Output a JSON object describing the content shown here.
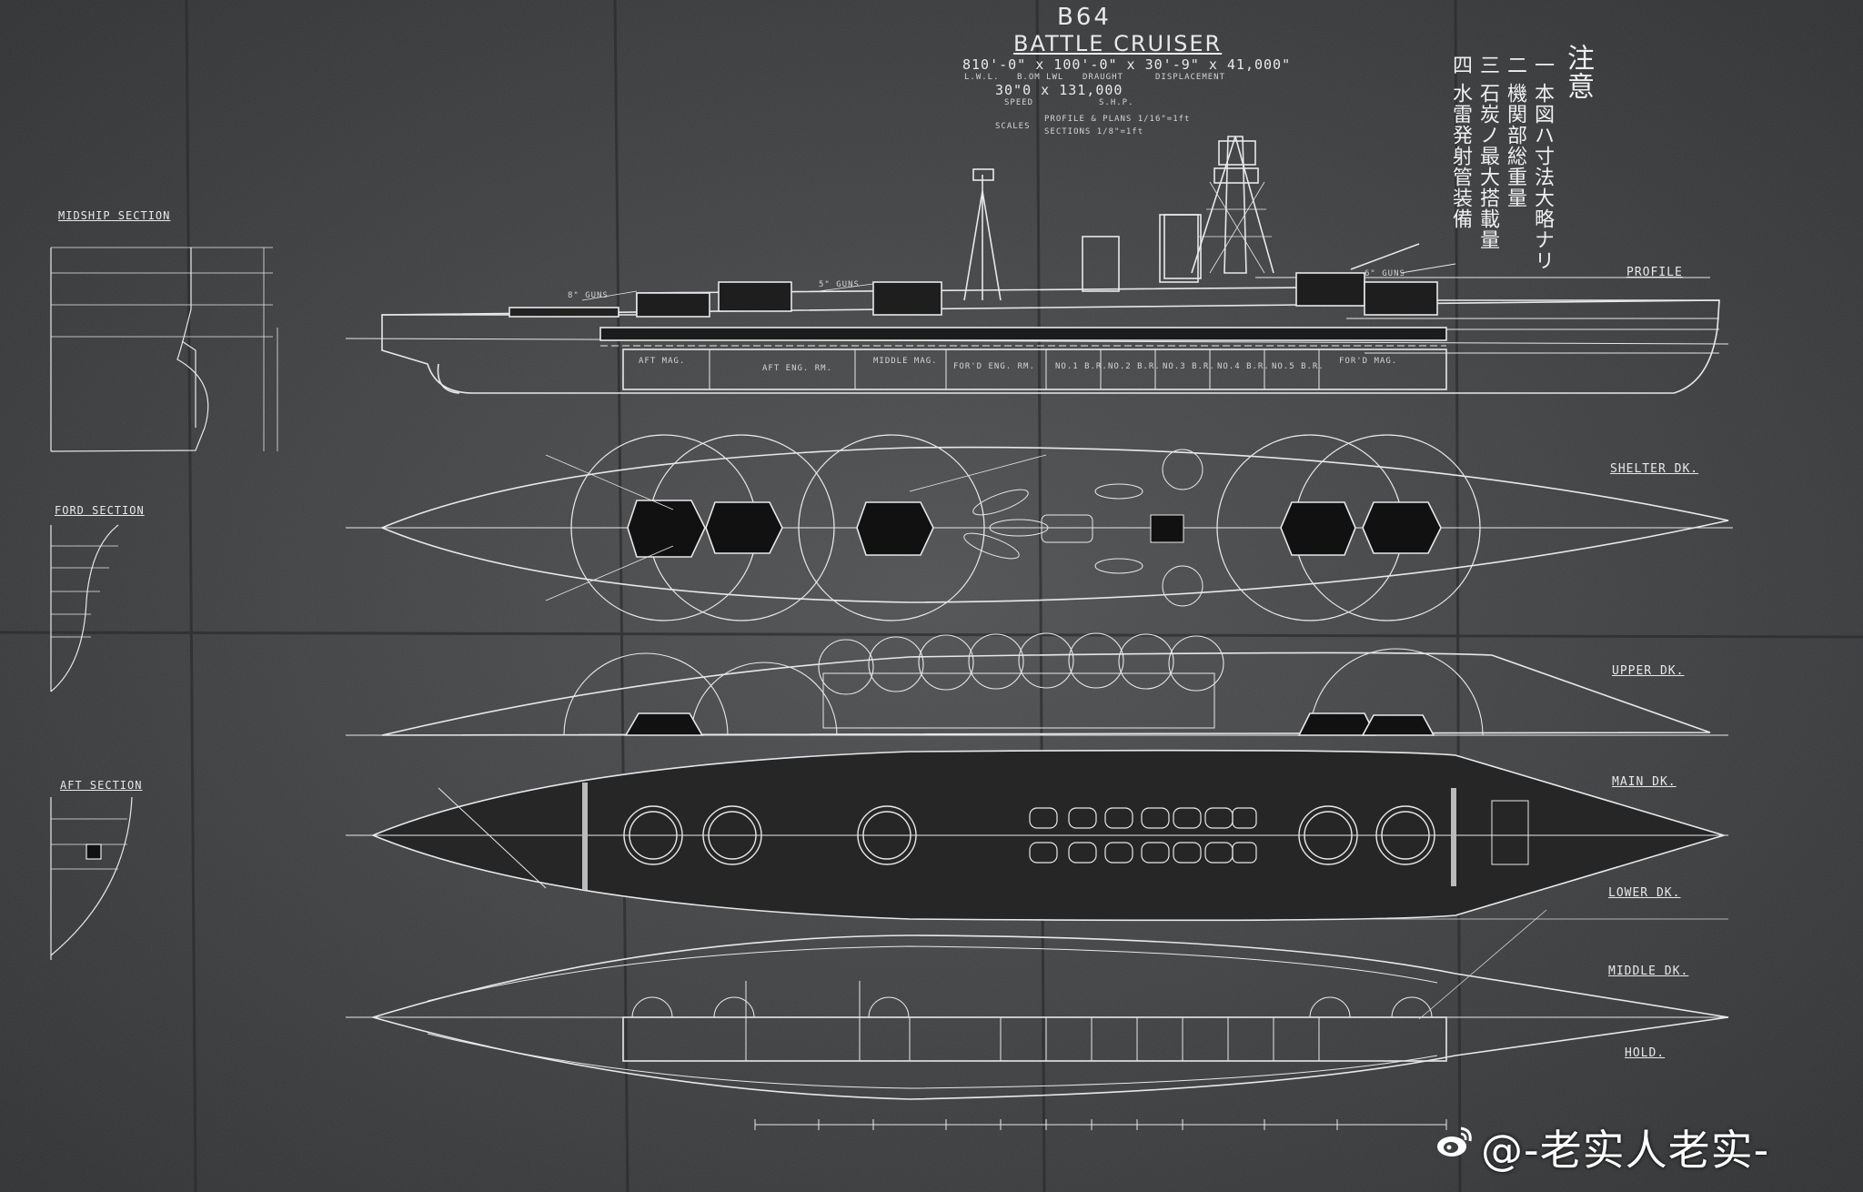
{
  "header": {
    "title": "B64",
    "subtitle": "BATTLE CRUISER",
    "dimensions_line": "810'-0\" x 100'-0\" x 30'-9\" x 41,000\"",
    "dimension_captions": [
      "L.W.L.",
      "B.OM LWL",
      "DRAUGHT",
      "DISPLACEMENT"
    ],
    "speed_line": "30\"0 x 131,000",
    "speed_captions": [
      "SPEED",
      "S.H.P."
    ],
    "scales_label": "SCALES",
    "scale_profile": "PROFILE & PLANS 1/16\"=1ft",
    "scale_sections": "SECTIONS 1/8\"=1ft"
  },
  "view_labels": {
    "profile": "PROFILE",
    "shelter": "SHELTER DK.",
    "upper": "UPPER DK.",
    "main": "MAIN DK.",
    "lower": "LOWER DK.",
    "middle": "MIDDLE DK.",
    "hold": "HOLD."
  },
  "section_labels": {
    "midship": "MIDSHIP SECTION",
    "ford": "FORD SECTION",
    "aft": "AFT SECTION"
  },
  "compartments": [
    "AFT MAG.",
    "AFT ENG. RM.",
    "MIDDLE MAG.",
    "FOR'D ENG. RM.",
    "NO.1 B.R.",
    "NO.2 B.R.",
    "NO.3 B.R.",
    "NO.4 B.R.",
    "NO.5 B.R.",
    "FOR'D MAG."
  ],
  "gun_notes": [
    "8\" GUNS",
    "5\" GUNS",
    "6\" GUNS"
  ],
  "notes": {
    "heading": "注意",
    "lines": [
      "一 本図ハ寸法大略ナリ",
      "二 機関部総重量",
      "三 石炭ノ最大搭載量",
      "四 水雷発射管装備"
    ]
  },
  "watermark": "@-老实人老实-"
}
